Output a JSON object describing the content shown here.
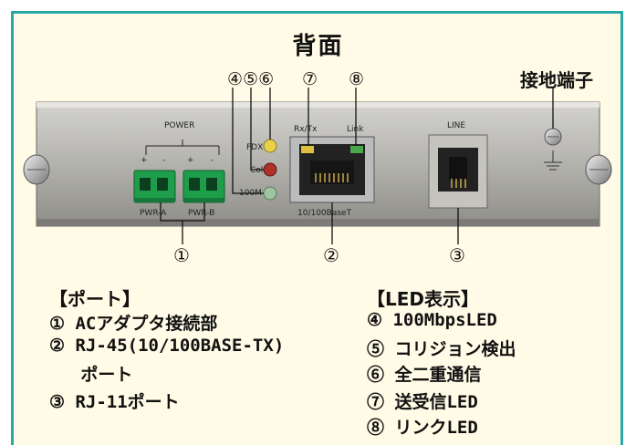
{
  "title": "背面",
  "top_numbers": [
    "④⑤⑥",
    "⑦",
    "⑧"
  ],
  "ground_label": "接地端子",
  "bottom_numbers": [
    "①",
    "②",
    "③"
  ],
  "panel": {
    "power_label": "POWER",
    "pwr_a_label": "PWR-A",
    "pwr_b_label": "PWR-B",
    "fdx_label": "FDX",
    "col_label": "Col",
    "speed_label": "100M",
    "rxtx_label": "Rx/Tx",
    "link_label": "Link",
    "port_label": "10/100BaseT",
    "line_label": "LINE"
  },
  "ports_section": {
    "heading": "【ポート】",
    "items": [
      "① ACアダプタ接続部",
      "② RJ-45(10/100BASE-TX)",
      "   ポート",
      "③ RJ-11ポート"
    ]
  },
  "led_section": {
    "heading": "【LED表示】",
    "items": [
      "④ 100MbpsLED",
      "⑤ コリジョン検出",
      "⑥ 全二重通信",
      "⑦ 送受信LED",
      "⑧ リンクLED"
    ]
  },
  "colors": {
    "frame_border": "#2aa8a8",
    "background": "#fffbe6",
    "terminal_green": "#1e9e4a",
    "led_yellow": "#e8d24a",
    "led_red": "#b0302a",
    "led_green": "#9fc4a0"
  }
}
